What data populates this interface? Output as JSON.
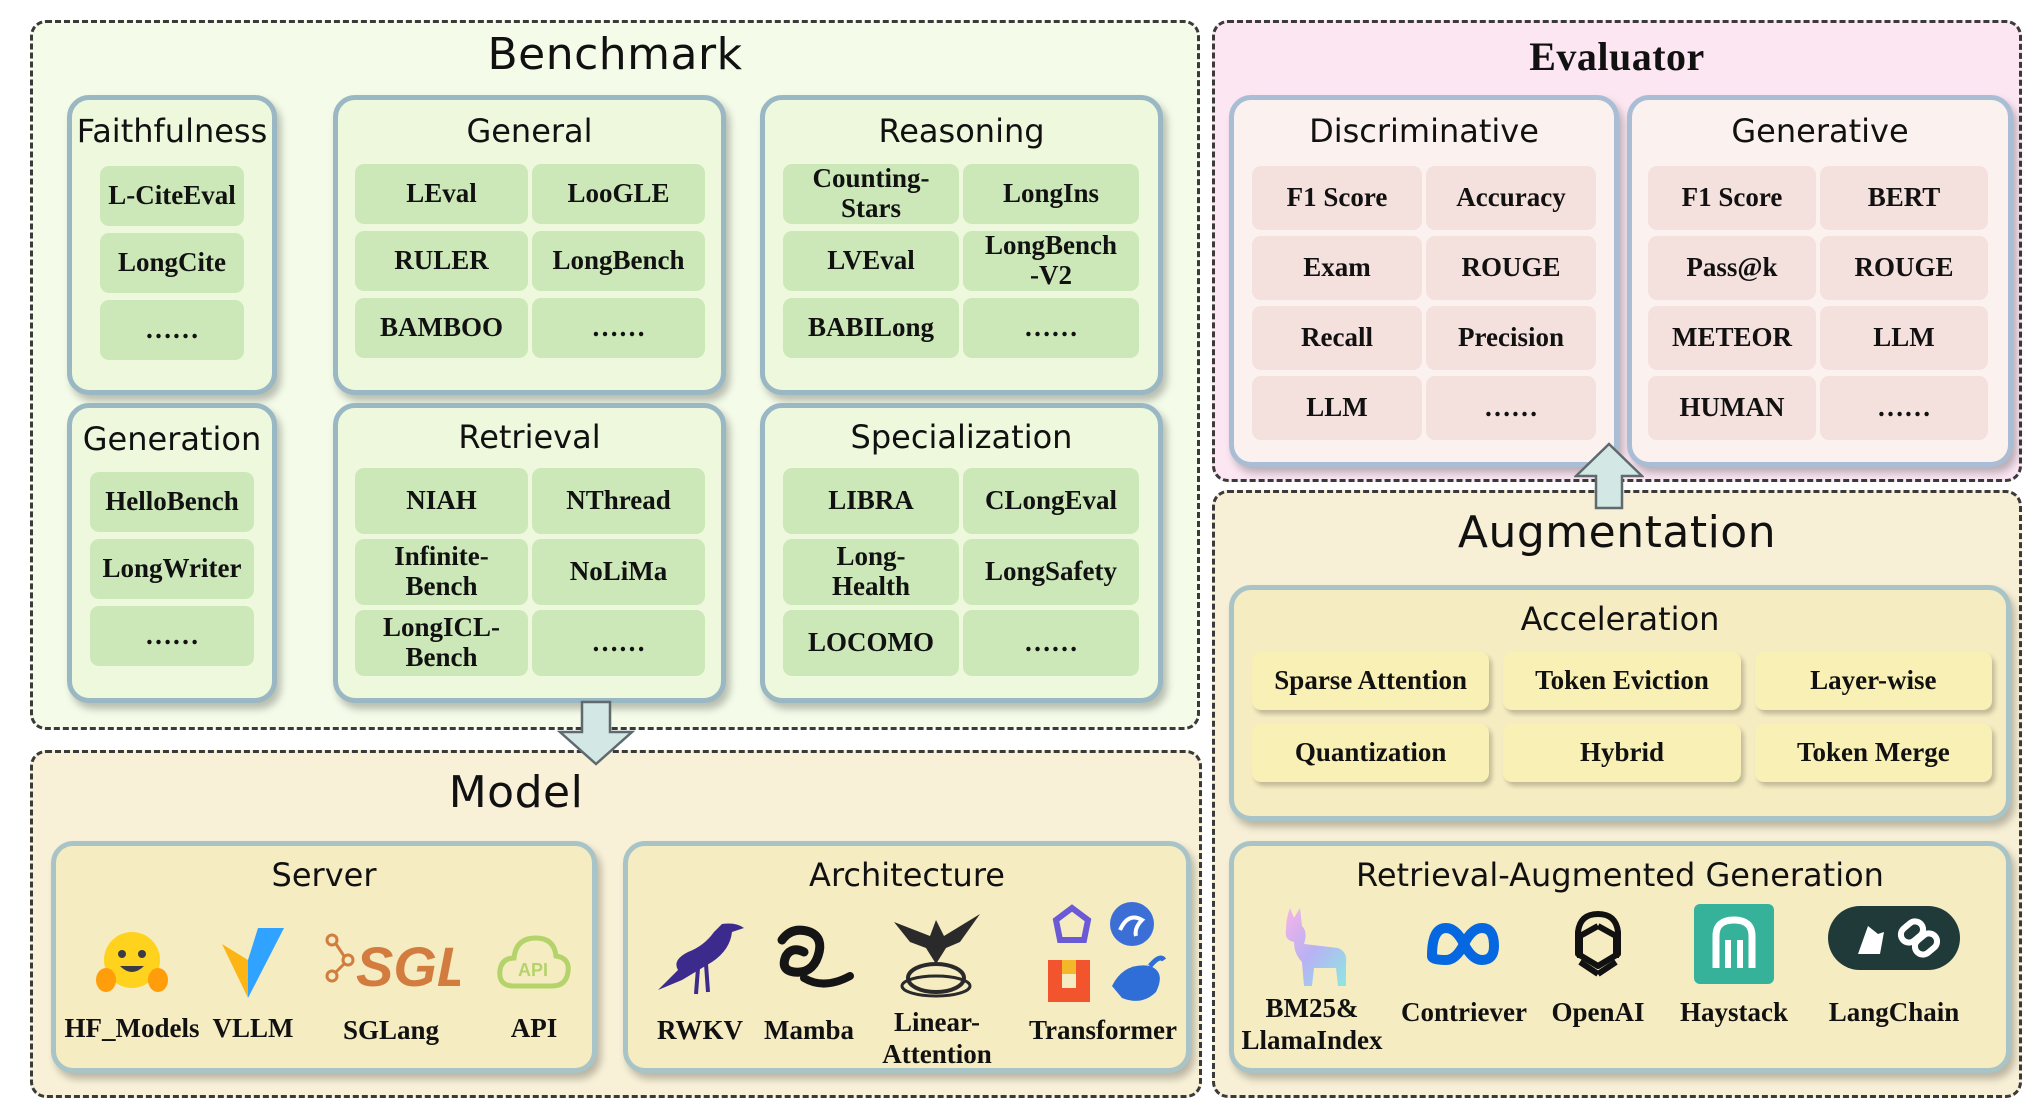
{
  "benchmark": {
    "title": "Benchmark",
    "cards": [
      {
        "title": "Faithfulness",
        "items": [
          "L-CiteEval",
          "LongCite",
          "……"
        ]
      },
      {
        "title": "General",
        "items": [
          "LEval",
          "LooGLE",
          "RULER",
          "LongBench",
          "BAMBOO",
          "……"
        ]
      },
      {
        "title": "Reasoning",
        "items": [
          "Counting-\nStars",
          "LongIns",
          "LVEval",
          "LongBench\n-V2",
          "BABILong",
          "……"
        ]
      },
      {
        "title": "Generation",
        "items": [
          "HelloBench",
          "LongWriter",
          "……"
        ]
      },
      {
        "title": "Retrieval",
        "items": [
          "NIAH",
          "NThread",
          "Infinite-\nBench",
          "NoLiMa",
          "LongICL-\nBench",
          "……"
        ]
      },
      {
        "title": "Specialization",
        "items": [
          "LIBRA",
          "CLongEval",
          "Long-\nHealth",
          "LongSafety",
          "LOCOMO",
          "……"
        ]
      }
    ]
  },
  "evaluator": {
    "title": "Evaluator",
    "cards": [
      {
        "title": "Discriminative",
        "items": [
          "F1 Score",
          "Accuracy",
          "Exam",
          "ROUGE",
          "Recall",
          "Precision",
          "LLM",
          "……"
        ]
      },
      {
        "title": "Generative",
        "items": [
          "F1 Score",
          "BERT",
          "Pass@k",
          "ROUGE",
          "METEOR",
          "LLM",
          "HUMAN",
          "……"
        ]
      }
    ]
  },
  "augmentation": {
    "title": "Augmentation",
    "acceleration": {
      "title": "Acceleration",
      "items": [
        "Sparse Attention",
        "Token Eviction",
        "Layer-wise",
        "Quantization",
        "Hybrid",
        "Token Merge"
      ]
    },
    "rag": {
      "title": "Retrieval-Augmented Generation",
      "tools": [
        "BM25&\nLlamaIndex",
        "Contriever",
        "OpenAI",
        "Haystack",
        "LangChain"
      ]
    }
  },
  "model": {
    "title": "Model",
    "server": {
      "title": "Server",
      "tools": [
        "HF_Models",
        "VLLM",
        "SGLang",
        "API"
      ]
    },
    "architecture": {
      "title": "Architecture",
      "tools": [
        "RWKV",
        "Mamba",
        "Linear-\nAttention",
        "Transformer"
      ]
    }
  },
  "logo_text": {
    "sglang": "SGL",
    "api": "API"
  },
  "colors": {
    "benchmark_bg": "#f4fbe9",
    "benchmark_card": "#eef8dc",
    "benchmark_cell": "#cce8b8",
    "evaluator_bg": "#fbe6f2",
    "evaluator_card": "#fbf1ef",
    "evaluator_cell": "#f4e1dd",
    "model_bg": "#f8f1d8",
    "augmentation_bg": "#f8f0d6",
    "accel_cell": "#f8f0b4",
    "card_border": "#9ab7c4",
    "arrow_fill": "#d3e8e4"
  },
  "icons": [
    "hugging-face-icon",
    "vllm-icon",
    "sglang-icon",
    "api-cloud-icon",
    "rwkv-raven-icon",
    "mamba-snake-icon",
    "linear-attention-eagle-icon",
    "transformer-logos-icon",
    "llama-icon",
    "meta-icon",
    "openai-icon",
    "haystack-icon",
    "langchain-icon"
  ]
}
